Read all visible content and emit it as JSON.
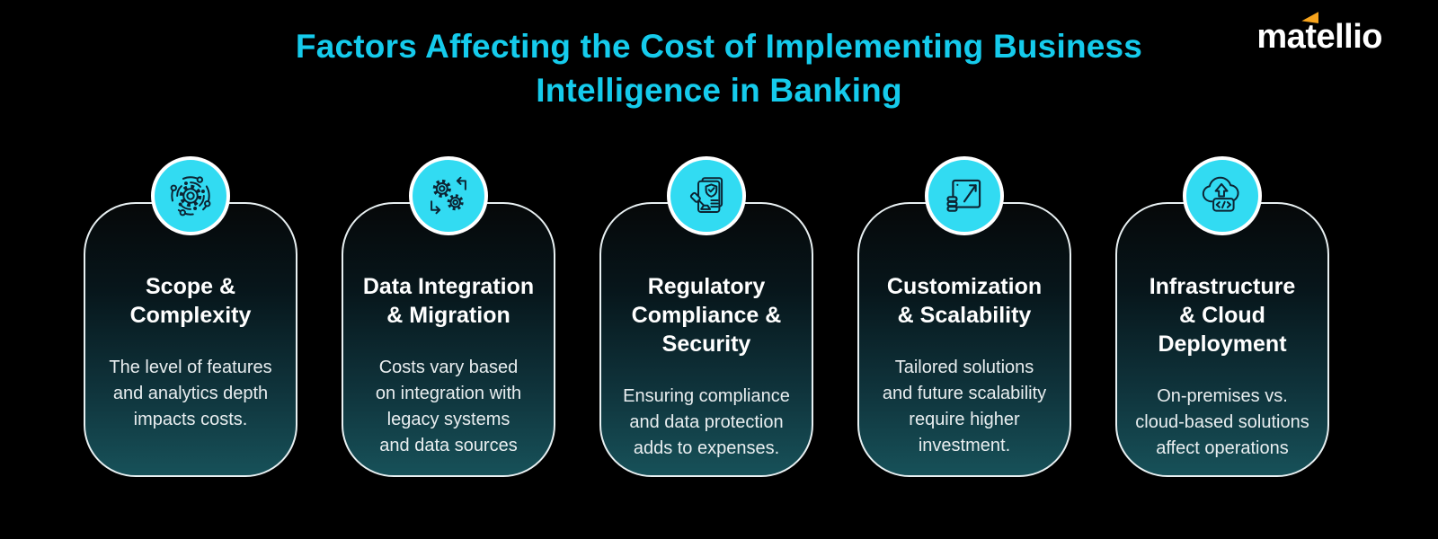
{
  "header": {
    "title": "Factors Affecting the Cost of Implementing Business\nIntelligence in Banking",
    "title_color": "#15cbec"
  },
  "logo": {
    "part1": "ma",
    "part2": "t",
    "part3": "ellio",
    "text_color": "#ffffff",
    "accent_triangle_color": "#f7a41d"
  },
  "theme": {
    "background": "#000000",
    "accent_cyan": "#32dbf2",
    "icon_stroke": "#0c2433",
    "card_border": "#e8f0f2",
    "card_gradient_top": "#060809",
    "card_gradient_bottom": "#175159",
    "card_title_color": "#ffffff",
    "card_body_color": "#e9eef0"
  },
  "cards": [
    {
      "icon": "gear-network-icon",
      "title": "Scope &\nComplexity",
      "description": "The level of features\nand analytics depth\nimpacts costs."
    },
    {
      "icon": "gears-sync-icon",
      "title": "Data Integration\n& Migration",
      "description": "Costs vary based\non integration with\nlegacy systems\nand data sources"
    },
    {
      "icon": "compliance-document-icon",
      "title": "Regulatory\nCompliance &\nSecurity",
      "description": "Ensuring compliance\nand data protection\nadds to expenses."
    },
    {
      "icon": "expand-square-icon",
      "title": "Customization\n& Scalability",
      "description": "Tailored solutions\nand future scalability\nrequire higher\ninvestment."
    },
    {
      "icon": "cloud-code-icon",
      "title": "Infrastructure\n& Cloud\nDeployment",
      "description": "On-premises vs.\ncloud-based solutions\naffect operations"
    }
  ]
}
